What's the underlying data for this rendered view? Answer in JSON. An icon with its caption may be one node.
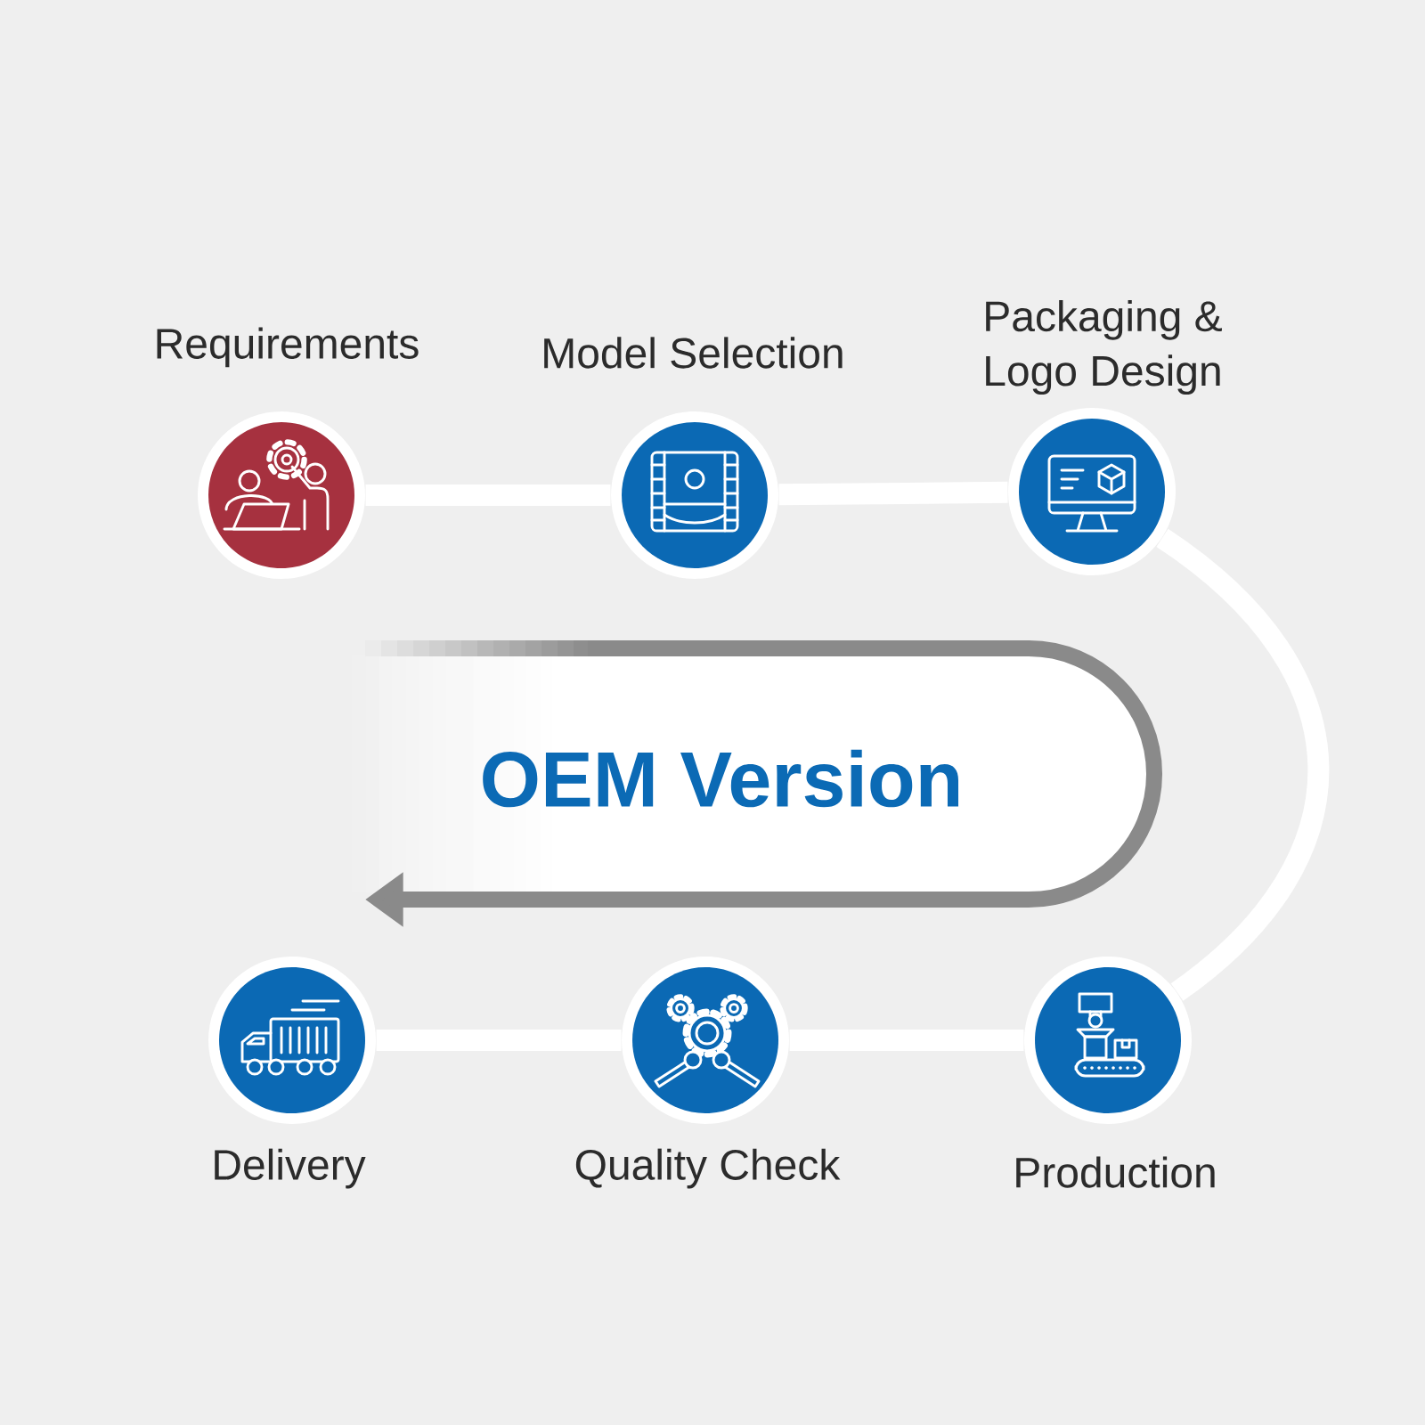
{
  "diagram": {
    "nodes": [
      {
        "text": [
          "Requirements"
        ]
      },
      {
        "text": [
          "Model Selection"
        ]
      },
      {
        "text": [
          "Packaging & Logo Design"
        ]
      },
      {
        "text": [
          "OEM Version"
        ]
      },
      {
        "text": [
          "Delivery"
        ]
      },
      {
        "text": [
          "Quality Check"
        ]
      },
      {
        "text": [
          "Production"
        ]
      }
    ],
    "edges": [
      {
        "from": 0,
        "to": 1,
        "arrow": "none"
      },
      {
        "from": 1,
        "to": 2,
        "arrow": "none"
      },
      {
        "from": 2,
        "to": 6,
        "arrow": "none"
      },
      {
        "from": 6,
        "to": 5,
        "arrow": "none"
      },
      {
        "from": 5,
        "to": 4,
        "arrow": "none"
      }
    ]
  }
}
